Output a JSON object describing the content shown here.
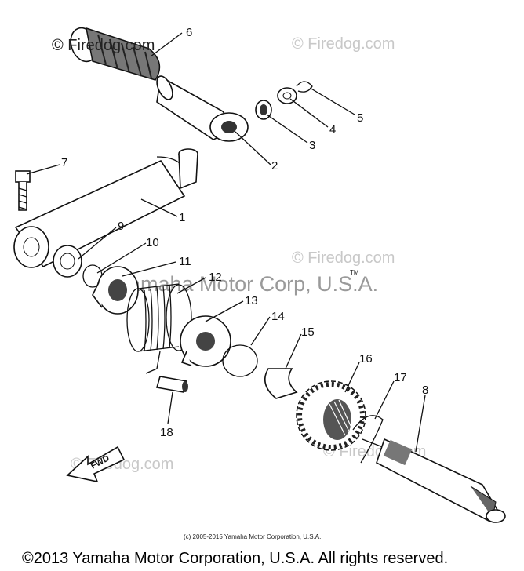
{
  "watermarks": {
    "firedog": "© Firedog.com",
    "firedog_top": "© Firedog.com",
    "corp": "Yamaha Motor Corp, U.S.A.",
    "tm": "TM"
  },
  "copyright_small": "(c) 2005-2015 Yamaha Motor Corporation, U.S.A.",
  "footer": "©2013 Yamaha Motor Corporation, U.S.A. All rights reserved.",
  "fwd_label": "FWD",
  "callouts": [
    "1",
    "2",
    "3",
    "4",
    "5",
    "6",
    "7",
    "8",
    "9",
    "10",
    "11",
    "12",
    "13",
    "14",
    "15",
    "16",
    "17",
    "18"
  ]
}
